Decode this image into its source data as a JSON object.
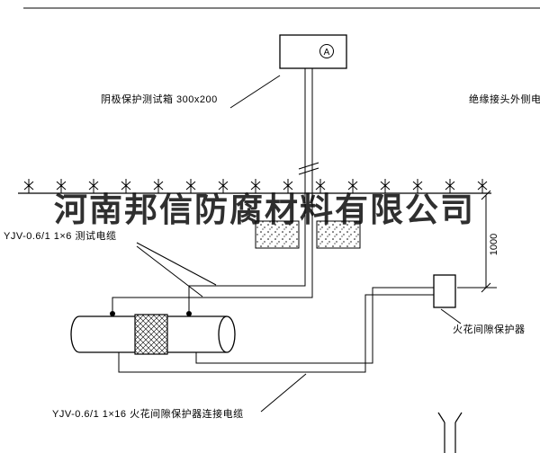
{
  "watermark": {
    "text": "河南邦信防腐材料有限公司"
  },
  "labels": {
    "test_box": "阴极保护测试箱 300x200",
    "insulated_cable": "绝缘接头外侧电缆",
    "test_cable": "YJV-0.6/1 1×6  测试电缆",
    "protector": "火花间隙保护器",
    "connection_cable": "YJV-0.6/1 1×16  火花间隙保护器连接电缆",
    "dimension": "1000",
    "meter": "A"
  },
  "colors": {
    "line": "#000000",
    "background": "#ffffff",
    "watermark": "#1c1c1c"
  }
}
